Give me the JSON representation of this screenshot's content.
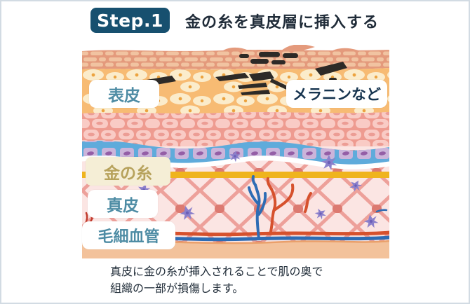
{
  "header": {
    "step_badge": "Step.1",
    "title": "金の糸を真皮層に挿入する"
  },
  "diagram": {
    "type": "skin-cross-section-illustration",
    "labels": {
      "epidermis": "表皮",
      "melanin": "メラニンなど",
      "gold_thread": "金の糸",
      "dermis": "真皮",
      "capillaries": "毛細血管"
    }
  },
  "caption": {
    "line1": "真皮に金の糸が挿入されることで肌の奥で",
    "line2": "組織の一部が損傷します。"
  },
  "colors": {
    "frame_border": "#d2dbe3",
    "step_badge_bg": "#17506f",
    "title_text": "#1f2b38",
    "label_teal": "#4e8ca4",
    "label_navy": "#16344f",
    "gold_label_text": "#b7a25c",
    "gold_label_bg": "#f5eed6",
    "gold_thread": "#efb41d",
    "melanin": "#2d2a27",
    "vessel_red": "#d6512d",
    "vessel_blue": "#2e6cb4"
  }
}
